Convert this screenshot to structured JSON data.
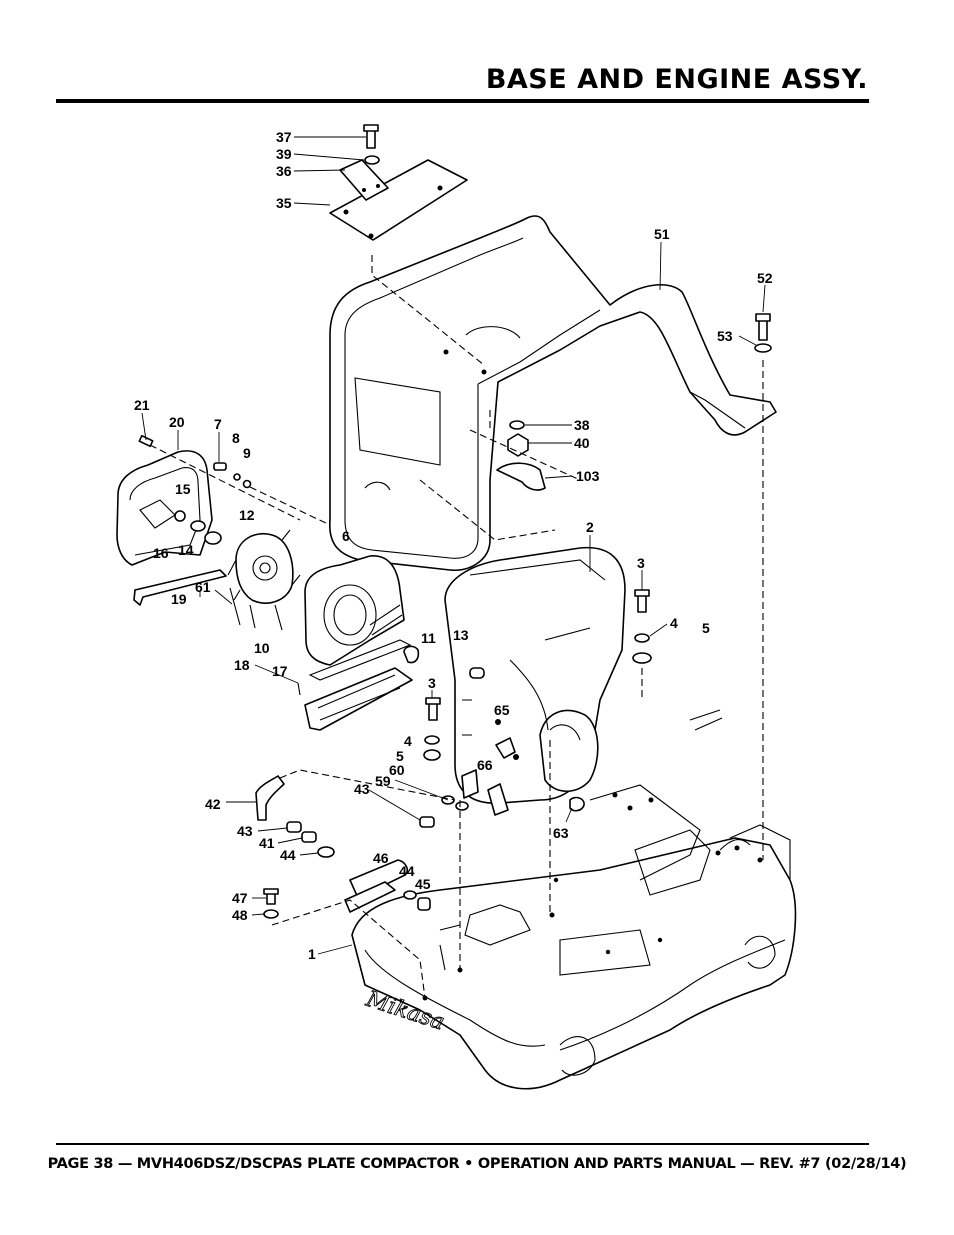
{
  "header": {
    "title": "BASE AND ENGINE ASSY."
  },
  "footer": {
    "text": "PAGE 38 — MVH406DSZ/DSCPAS PLATE COMPACTOR • OPERATION AND PARTS MANUAL — REV. #7 (02/28/14)"
  },
  "diagram": {
    "callouts": [
      "37",
      "39",
      "36",
      "35",
      "51",
      "52",
      "53",
      "38",
      "40",
      "103",
      "21",
      "20",
      "7",
      "8",
      "9",
      "15",
      "16",
      "14",
      "12",
      "19",
      "61",
      "6",
      "2",
      "3",
      "4",
      "5",
      "13",
      "11",
      "10",
      "18",
      "17",
      "3",
      "65",
      "4",
      "5",
      "66",
      "60",
      "59",
      "43",
      "42",
      "43",
      "41",
      "44",
      "63",
      "46",
      "44",
      "45",
      "47",
      "48",
      "1"
    ]
  }
}
